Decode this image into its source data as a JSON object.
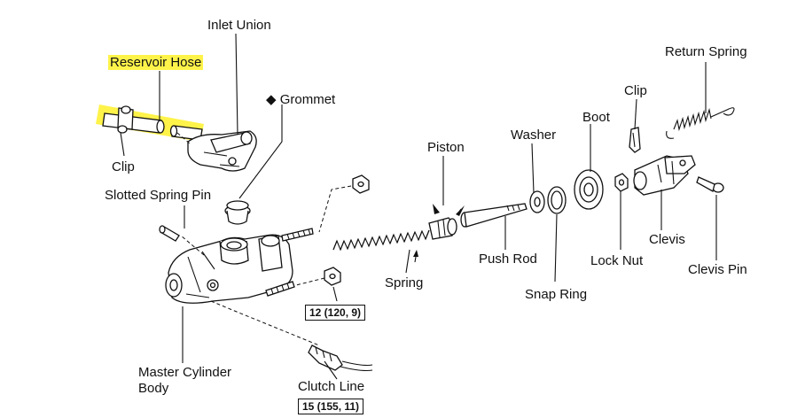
{
  "labels": {
    "inlet_union": "Inlet Union",
    "reservoir_hose": "Reservoir Hose",
    "clip_left": "Clip",
    "grommet": "Grommet",
    "grommet_symbol": "◆",
    "slotted_spring_pin": "Slotted Spring Pin",
    "piston": "Piston",
    "washer": "Washer",
    "boot": "Boot",
    "clip_right": "Clip",
    "return_spring": "Return Spring",
    "spring": "Spring",
    "push_rod": "Push Rod",
    "lock_nut": "Lock Nut",
    "clevis": "Clevis",
    "clevis_pin": "Clevis Pin",
    "snap_ring": "Snap Ring",
    "master_cylinder_body_line1": "Master Cylinder",
    "master_cylinder_body_line2": "Body",
    "clutch_line": "Clutch Line"
  },
  "torque_specs": {
    "nut": "12 (120, 9)",
    "clutch_line": "15 (155, 11)"
  },
  "colors": {
    "highlight": "#fff34a",
    "line": "#111111"
  }
}
